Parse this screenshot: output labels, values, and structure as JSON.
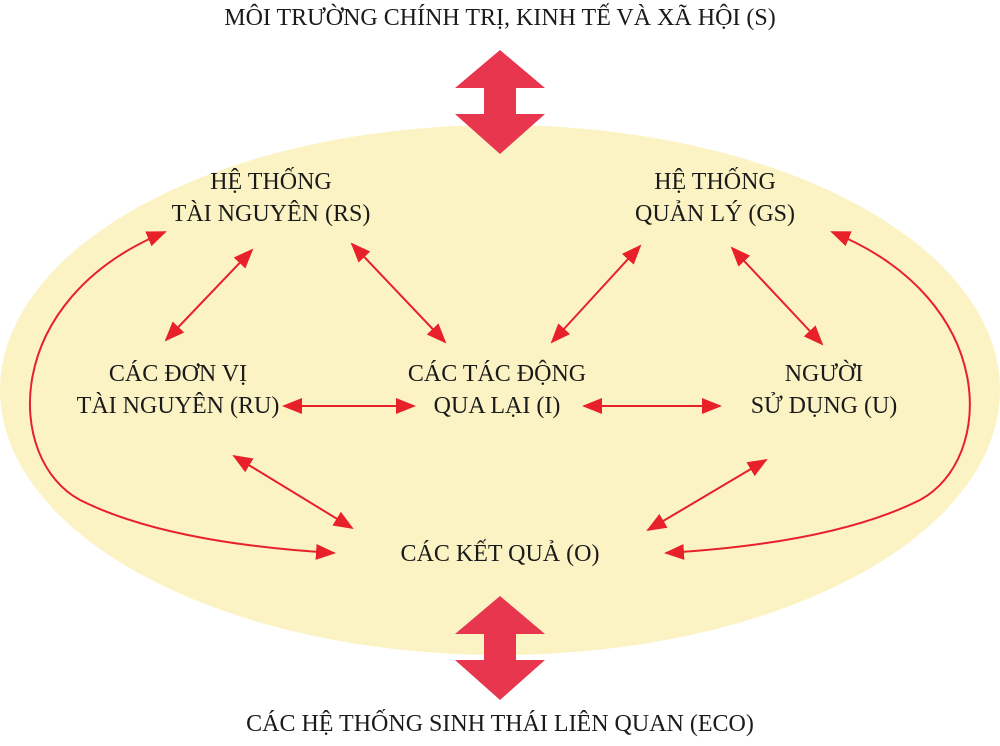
{
  "header": {
    "text": "MÔI TRƯỜNG CHÍNH TRỊ, KINH TẾ VÀ XÃ HỘI (S)"
  },
  "footer": {
    "text": "CÁC HỆ THỐNG SINH THÁI LIÊN QUAN (ECO)"
  },
  "nodes": {
    "rs": {
      "line1": "HỆ THỐNG",
      "line2": "TÀI NGUYÊN (RS)"
    },
    "gs": {
      "line1": "HỆ THỐNG",
      "line2": "QUẢN LÝ (GS)"
    },
    "ru": {
      "line1": "CÁC ĐƠN VỊ",
      "line2": "TÀI NGUYÊN (RU)"
    },
    "i": {
      "line1": "CÁC TÁC ĐỘNG",
      "line2": "QUA LẠI (I)"
    },
    "u": {
      "line1": "NGƯỜI",
      "line2": "SỬ DỤNG (U)"
    },
    "o": {
      "line1": "CÁC KẾT QUẢ (O)"
    }
  },
  "colors": {
    "ellipse_fill": "#fbf3c4",
    "arrow_red": "#e8202a",
    "big_arrow": "#e8364f",
    "text": "#1a1a1a"
  }
}
